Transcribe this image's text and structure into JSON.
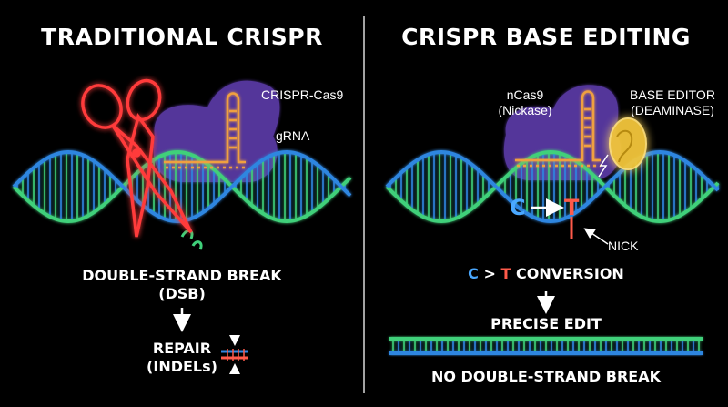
{
  "colors": {
    "background": "#000000",
    "dna_green": "#3fd07a",
    "dna_blue": "#2f86e0",
    "scissor_red": "#ff3b3b",
    "cas9_purple": "#6a45b8",
    "grna_orange": "#f0a040",
    "deaminase_yellow": "#f3c63a",
    "c_base": "#4aa8ff",
    "t_base": "#ff5a4a"
  },
  "left": {
    "title": "TRADITIONAL CRISPR",
    "cas9_label": "CRISPR-Cas9",
    "grna_label": "gRNA",
    "break_line1": "DOUBLE-STRAND BREAK",
    "break_line2": "(DSB)",
    "repair_line1": "REPAIR",
    "repair_line2": "(INDELs)"
  },
  "right": {
    "title": "CRISPR BASE EDITING",
    "ncas9_line1": "nCas9",
    "ncas9_line2": "(Nickase)",
    "editor_line1": "BASE EDITOR",
    "editor_line2": "(DEAMINASE)",
    "base_from": "C",
    "base_to": "T",
    "nick_label": "NICK",
    "conv_from": "C",
    "conv_sep": ">",
    "conv_to": "T",
    "conv_word": "CONVERSION",
    "precise_label": "PRECISE EDIT",
    "no_break_label": "NO DOUBLE-STRAND BREAK"
  }
}
